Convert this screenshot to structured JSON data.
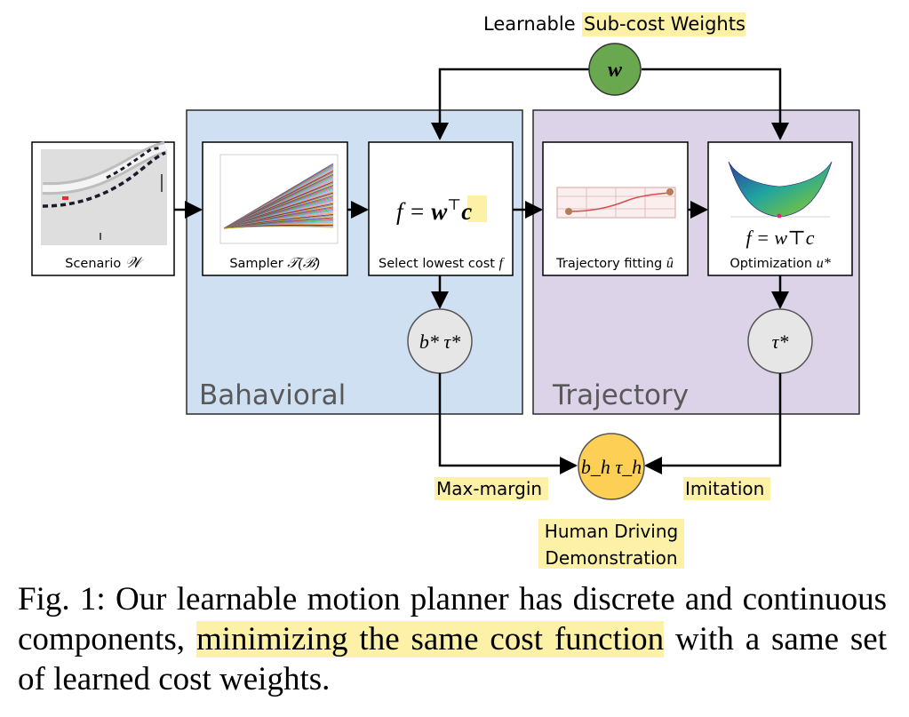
{
  "colors": {
    "behavioral_fill": "#cfe0f2",
    "trajectory_fill": "#dcd3e8",
    "weight_node": "#6aa84f",
    "human_node": "#fdd055",
    "gray_node": "#e6e6e6",
    "highlight": "#fdf1a8",
    "region_label": "#595959"
  },
  "top_label": {
    "prefix": "Learnable ",
    "highlighted": "Sub-cost Weights"
  },
  "weight_node": {
    "label": "w"
  },
  "regions": {
    "behavioral": "Bahavioral",
    "trajectory": "Trajectory"
  },
  "boxes": {
    "scenario": {
      "label": "Scenario ",
      "symbol": "𝒲"
    },
    "sampler": {
      "label": "Sampler ",
      "symbol": "𝒯(ℬ)"
    },
    "select": {
      "label": "Select lowest cost ",
      "symbol": "f",
      "formula_lhs": "f = ",
      "formula_w": "w",
      "formula_sup": "⊤",
      "formula_c": "c"
    },
    "fitting": {
      "label": "Trajectory fitting ",
      "symbol": "û"
    },
    "optimization": {
      "label": "Optimization ",
      "symbol": "u*",
      "formula": "f = w⊤c"
    }
  },
  "nodes": {
    "behavioral_output": "b* τ*",
    "trajectory_output": "τ*",
    "human": "b_h τ_h"
  },
  "edge_labels": {
    "left": "Max-margin",
    "right": "Imitation"
  },
  "bottom_label": {
    "line1": "Human Driving",
    "line2": "Demonstration"
  },
  "caption": {
    "prefix": "Fig. 1: Our learnable motion planner has discrete and continuous components, ",
    "highlighted": "minimizing the same cost function",
    "suffix": " with a same set of learned cost weights."
  }
}
